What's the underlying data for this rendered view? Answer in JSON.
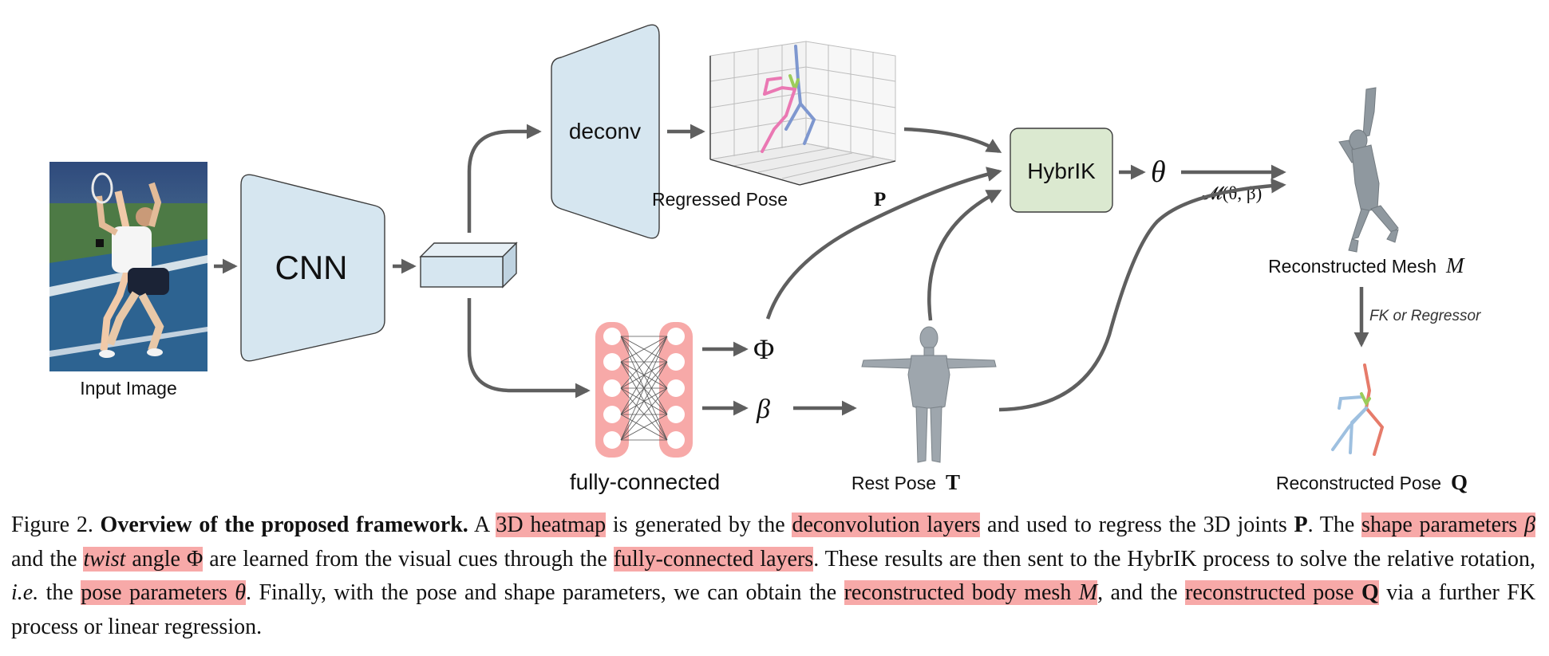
{
  "diagram": {
    "input_label": "Input Image",
    "cnn_label": "CNN",
    "deconv_label": "deconv",
    "fc_label": "fully-connected",
    "regressed_pose_label": "Regressed Pose",
    "regressed_pose_sym": "P",
    "hybrik_label": "HybrIK",
    "theta_sym": "θ",
    "phi_sym": "Φ",
    "beta_sym": "β",
    "mesh_fn_label": "𝓜(θ, β)",
    "rest_pose_label": "Rest Pose",
    "rest_pose_sym": "T",
    "mesh_label": "Reconstructed Mesh",
    "mesh_sym": "M",
    "fk_label": "FK or Regressor",
    "recon_pose_label": "Reconstructed Pose",
    "recon_pose_sym": "Q",
    "colors": {
      "box_fill": "#d6e6f0",
      "hybrik_fill": "#dbe9d0",
      "fc_fill": "#f7a9a8",
      "arrow": "#5f5f5f",
      "highlight": "#f7a9a8"
    }
  },
  "caption": {
    "fig_num": "Figure 2.",
    "title": "Overview of the proposed framework.",
    "t1": "A",
    "h_heatmap": "3D heatmap",
    "t2": "is generated by the",
    "h_deconv": "deconvolution layers",
    "t3": "and used to regress the 3D joints",
    "p_sym": "P",
    "t4": ". The",
    "h_shape": "shape parameters",
    "beta": "β",
    "t5": "and the",
    "twist": "twist",
    "angle": "angle",
    "phi": "Φ",
    "t6": "are learned from the visual cues through the",
    "h_fc": "fully-connected layers",
    "t7": ". These results are then sent to the HybrIK process to solve the relative rotation,",
    "ie": "i.e.",
    "t8": "the",
    "h_pose": "pose parameters",
    "theta": "θ",
    "t9": ". Finally, with the pose and shape parameters, we can obtain the",
    "h_mesh": "reconstructed body mesh",
    "m_sym": "M",
    "t10": ", and the",
    "h_rpose": "reconstructed pose",
    "q_sym": "Q",
    "t11": "via a further FK process or linear regression."
  }
}
